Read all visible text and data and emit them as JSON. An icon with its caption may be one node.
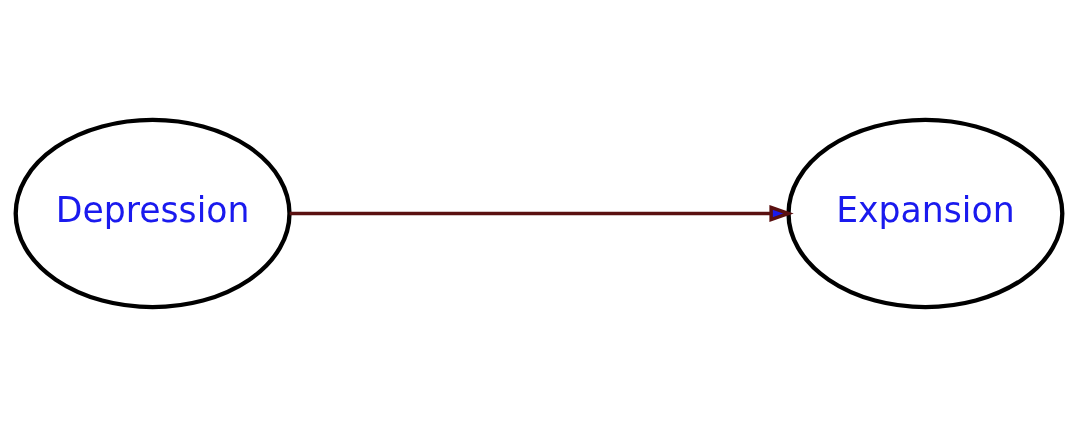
{
  "diagram": {
    "nodes": [
      {
        "text": [
          "Depression"
        ]
      },
      {
        "text": [
          "Expansion"
        ]
      }
    ],
    "edges": [
      {
        "from": 0,
        "to": 1,
        "arrow": "to"
      }
    ]
  }
}
